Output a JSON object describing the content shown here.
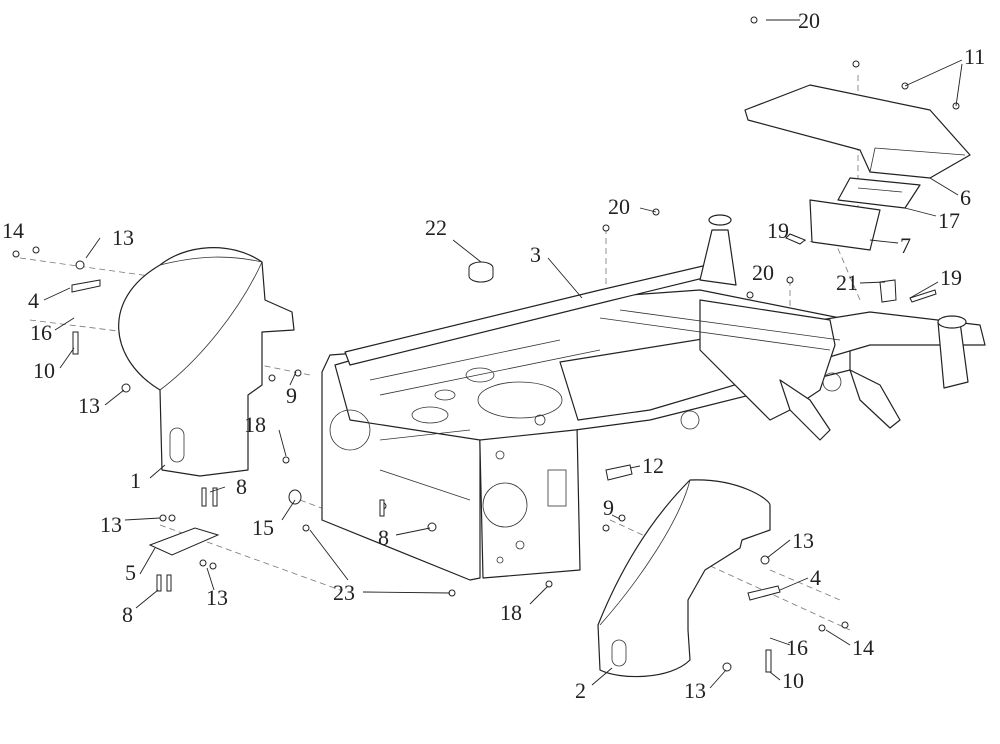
{
  "diagram": {
    "callouts": [
      {
        "id": "c20a",
        "text": "20"
      },
      {
        "id": "c11",
        "text": "11"
      },
      {
        "id": "c6",
        "text": "6"
      },
      {
        "id": "c17",
        "text": "17"
      },
      {
        "id": "c7",
        "text": "7"
      },
      {
        "id": "c19a",
        "text": "19"
      },
      {
        "id": "c20b",
        "text": "20"
      },
      {
        "id": "c20c",
        "text": "20"
      },
      {
        "id": "c21",
        "text": "21"
      },
      {
        "id": "c19b",
        "text": "19"
      },
      {
        "id": "c22",
        "text": "22"
      },
      {
        "id": "c3",
        "text": "3"
      },
      {
        "id": "c14a",
        "text": "14"
      },
      {
        "id": "c13a",
        "text": "13"
      },
      {
        "id": "c4a",
        "text": "4"
      },
      {
        "id": "c16a",
        "text": "16"
      },
      {
        "id": "c10a",
        "text": "10"
      },
      {
        "id": "c13b",
        "text": "13"
      },
      {
        "id": "c9a",
        "text": "9"
      },
      {
        "id": "c18a",
        "text": "18"
      },
      {
        "id": "c1",
        "text": "1"
      },
      {
        "id": "c8a",
        "text": "8"
      },
      {
        "id": "c13c",
        "text": "13"
      },
      {
        "id": "c15",
        "text": "15"
      },
      {
        "id": "c5",
        "text": "5"
      },
      {
        "id": "c13d",
        "text": "13"
      },
      {
        "id": "c8b",
        "text": "8"
      },
      {
        "id": "c8c",
        "text": "8"
      },
      {
        "id": "c23",
        "text": "23"
      },
      {
        "id": "c12",
        "text": "12"
      },
      {
        "id": "c9b",
        "text": "9"
      },
      {
        "id": "c18b",
        "text": "18"
      },
      {
        "id": "c13e",
        "text": "13"
      },
      {
        "id": "c4b",
        "text": "4"
      },
      {
        "id": "c16b",
        "text": "16"
      },
      {
        "id": "c14b",
        "text": "14"
      },
      {
        "id": "c10b",
        "text": "10"
      },
      {
        "id": "c13f",
        "text": "13"
      },
      {
        "id": "c2",
        "text": "2"
      }
    ]
  }
}
